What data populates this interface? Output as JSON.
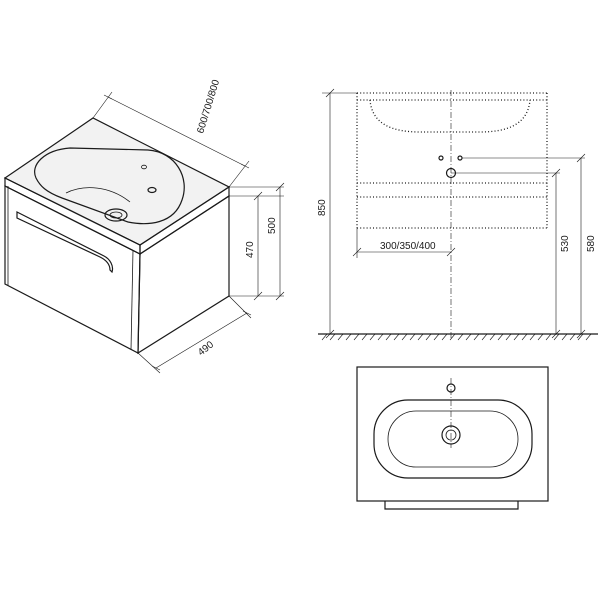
{
  "dimensions": {
    "width": "600/700/800",
    "depth": "490",
    "height_front": "470",
    "height_back": "500",
    "floor_to_top": "850",
    "hole_distance": "300/350/400",
    "hole1_height": "530",
    "hole2_height": "580"
  },
  "colors": {
    "line": "#1a1a1a",
    "background": "#ffffff"
  }
}
